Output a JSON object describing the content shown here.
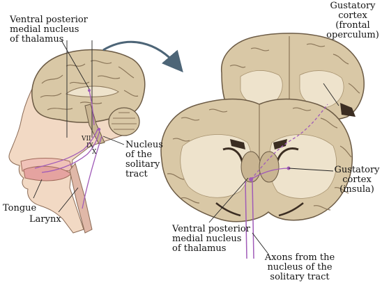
{
  "labels": {
    "vpm_top_1": "Ventral posterior",
    "vpm_top_2": "medial nucleus",
    "vpm_top_3": "of thalamus",
    "vii": "VII",
    "ix": "IX",
    "x": "X",
    "nts_1": "Nucleus",
    "nts_2": "of the",
    "nts_3": "solitary",
    "nts_4": "tract",
    "tongue": "Tongue",
    "larynx": "Larynx",
    "gust_front_1": "Gustatory",
    "gust_front_2": "cortex",
    "gust_front_3": "(frontal",
    "gust_front_4": "operculum)",
    "gust_insula_1": "Gustatory",
    "gust_insula_2": "cortex",
    "gust_insula_3": "(insula)",
    "vpm_bot_1": "Ventral posterior",
    "vpm_bot_2": "medial nucleus",
    "vpm_bot_3": "of thalamus",
    "axons_1": "Axons from the",
    "axons_2": "nucleus of the",
    "axons_3": "solitary tract"
  },
  "colors": {
    "pathway": "#a05bb8",
    "brain_fill": "#d9c8a6",
    "white_matter": "#eee3cc",
    "skin": "#f2d9c4",
    "arrow": "#4d6577"
  }
}
